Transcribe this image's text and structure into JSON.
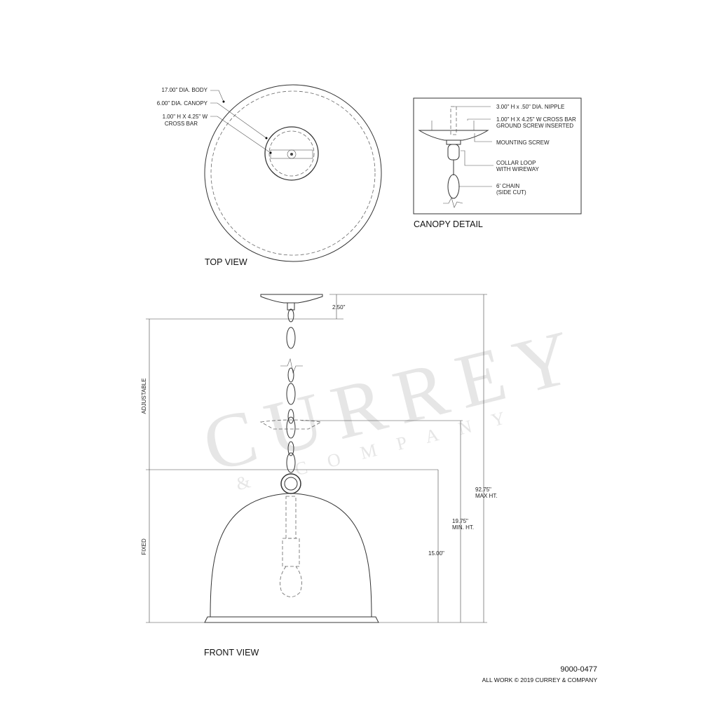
{
  "top_view": {
    "title": "TOP VIEW",
    "labels": [
      "17.00\" DIA. BODY",
      "6.00\" DIA. CANOPY",
      "1.00\" H X 4.25\" W",
      "CROSS BAR"
    ]
  },
  "canopy_detail": {
    "title": "CANOPY DETAIL",
    "labels": [
      "3.00\" H x .50\" DIA. NIPPLE",
      "1.00\" H X 4.25\" W CROSS BAR",
      "GROUND SCREW INSERTED",
      "MOUNTING SCREW",
      "COLLAR LOOP",
      "WITH WIREWAY",
      "6' CHAIN",
      "(SIDE CUT)"
    ]
  },
  "front_view": {
    "title": "FRONT VIEW",
    "dims": {
      "canopy": "2.50\"",
      "adjustable": "ADJUSTABLE",
      "fixed": "FIXED",
      "body": "15.00\"",
      "min_ht": "19.75\"",
      "min_ht_label": "MIN. HT.",
      "max_ht": "92.75\"",
      "max_ht_label": "MAX HT."
    }
  },
  "watermark": {
    "main": "CURREY",
    "sub": "& COMPANY"
  },
  "footer": {
    "part_number": "9000-0477",
    "copyright": "ALL WORK © 2019 CURREY & COMPANY"
  }
}
